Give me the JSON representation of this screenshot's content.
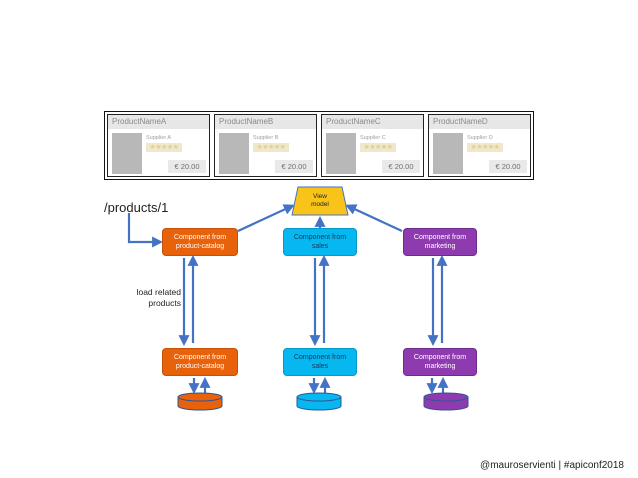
{
  "products": [
    {
      "name": "ProductNameA",
      "supplier": "Supplier A",
      "stars": "★★★★★",
      "price": "€ 20.00"
    },
    {
      "name": "ProductNameB",
      "supplier": "Supplier B",
      "stars": "★★★★★",
      "price": "€ 20.00"
    },
    {
      "name": "ProductNameC",
      "supplier": "Supplier C",
      "stars": "★★★★★",
      "price": "€ 20.00"
    },
    {
      "name": "ProductNameD",
      "supplier": "Supplier D",
      "stars": "★★★★★",
      "price": "€ 20.00"
    }
  ],
  "route_label": "/products/1",
  "view_model_label": "View\nmodel",
  "components_top": [
    {
      "label": "Component from\nproduct-catalog"
    },
    {
      "label": "Component from\nsales"
    },
    {
      "label": "Component from\nmarketing"
    }
  ],
  "components_bottom": [
    {
      "label": "Component from\nproduct-catalog"
    },
    {
      "label": "Component from\nsales"
    },
    {
      "label": "Component from\nmarketing"
    }
  ],
  "load_related_label": "load related\nproducts",
  "footer_credit": "@mauroservienti | #apiconf2018",
  "colors": {
    "orange": "#e8610b",
    "cyan": "#07b8f0",
    "purple": "#8e3bb0",
    "yellow": "#f8c41a",
    "arrow": "#4472c4"
  }
}
